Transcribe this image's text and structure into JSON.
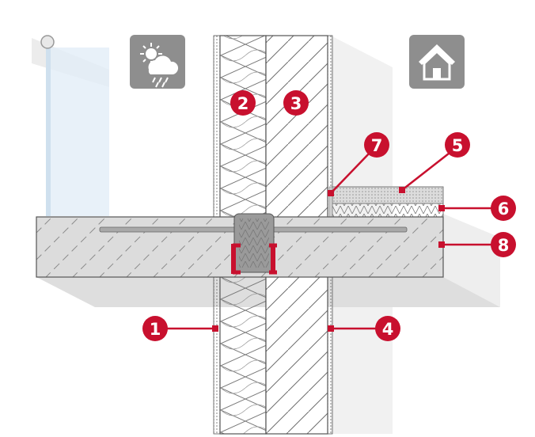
{
  "colors": {
    "accent_red": "#c8102e",
    "icon_tile": "#8e8e8e",
    "concrete": "#d9d9d9",
    "wall_shadow": "#e6e6e6",
    "glass": "#e2eef7"
  },
  "icons": {
    "exterior": "weather-sun-cloud-rain-icon",
    "interior": "house-icon"
  },
  "callouts": [
    {
      "id": "1",
      "label": "1",
      "meaning": "render"
    },
    {
      "id": "2",
      "label": "2",
      "meaning": "insulation"
    },
    {
      "id": "3",
      "label": "3",
      "meaning": "masonry"
    },
    {
      "id": "4",
      "label": "4",
      "meaning": "plaster"
    },
    {
      "id": "5",
      "label": "5",
      "meaning": "screed"
    },
    {
      "id": "6",
      "label": "6",
      "meaning": "impact-insulation"
    },
    {
      "id": "7",
      "label": "7",
      "meaning": "edge-strip"
    },
    {
      "id": "8",
      "label": "8",
      "meaning": "floor-slab"
    }
  ]
}
